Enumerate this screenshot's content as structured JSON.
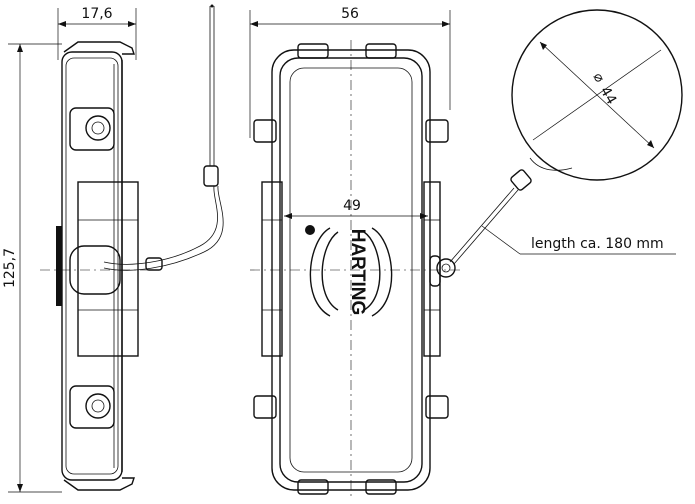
{
  "dimensions": {
    "side_width": "17,6",
    "front_width": "56",
    "inner_width": "49",
    "height": "125,7",
    "ring_diameter": "44",
    "ring_diameter_symbol": "⌀",
    "cable_note": "length ca. 180 mm"
  },
  "logo": {
    "text": "HARTING"
  }
}
